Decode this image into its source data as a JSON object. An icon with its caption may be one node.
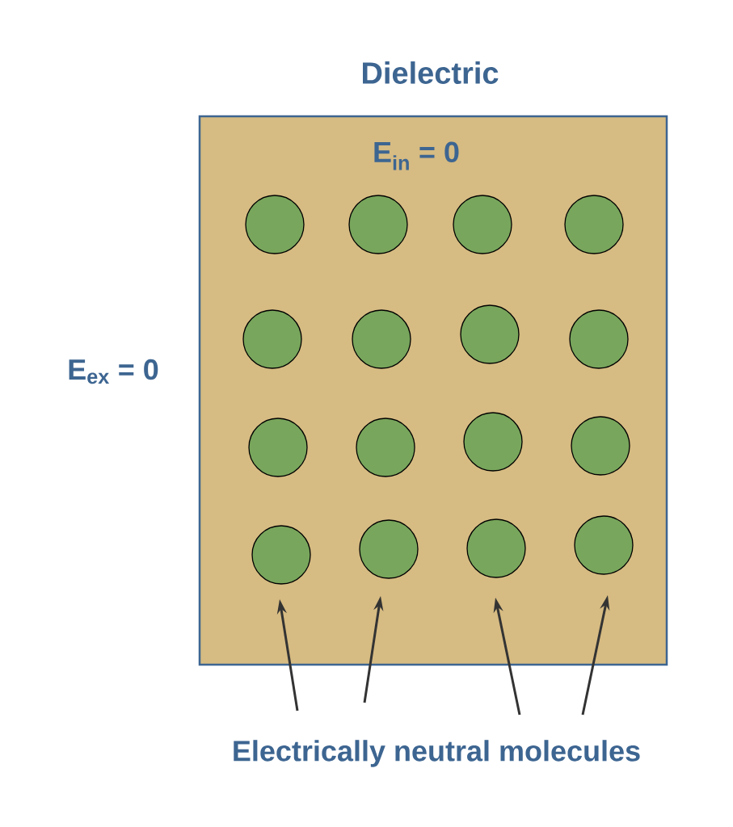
{
  "diagram": {
    "nodes": [
      {
        "text": [
          "Dielectric",
          "E$_{in}$ = 0"
        ]
      },
      {
        "text": [],
        "shape": "circle",
        "in": 0
      },
      {
        "text": [],
        "shape": "circle",
        "in": 0
      },
      {
        "text": [],
        "shape": "circle",
        "in": 0
      },
      {
        "text": [],
        "shape": "circle",
        "in": 0
      },
      {
        "text": [],
        "shape": "circle",
        "in": 0
      },
      {
        "text": [],
        "shape": "circle",
        "in": 0
      },
      {
        "text": [],
        "shape": "circle",
        "in": 0
      },
      {
        "text": [],
        "shape": "circle",
        "in": 0
      },
      {
        "text": [],
        "shape": "circle",
        "in": 0
      },
      {
        "text": [],
        "shape": "circle",
        "in": 0
      },
      {
        "text": [],
        "shape": "circle",
        "in": 0
      },
      {
        "text": [],
        "shape": "circle",
        "in": 0
      },
      {
        "text": [],
        "shape": "circle",
        "in": 0
      },
      {
        "text": [],
        "shape": "circle",
        "in": 0
      },
      {
        "text": [],
        "shape": "circle",
        "in": 0
      },
      {
        "text": [],
        "shape": "circle",
        "in": 0
      },
      {
        "text": [
          "Electrically neutral molecules"
        ]
      }
    ],
    "edges": [
      {
        "from": 17,
        "to": 13,
        "arrow": "to"
      },
      {
        "from": 17,
        "to": 14,
        "arrow": "to"
      },
      {
        "from": 17,
        "to": 15,
        "arrow": "to"
      },
      {
        "from": 17,
        "to": 16,
        "arrow": "to"
      }
    ],
    "labels": [
      "E$_{ex}$ = 0"
    ]
  }
}
